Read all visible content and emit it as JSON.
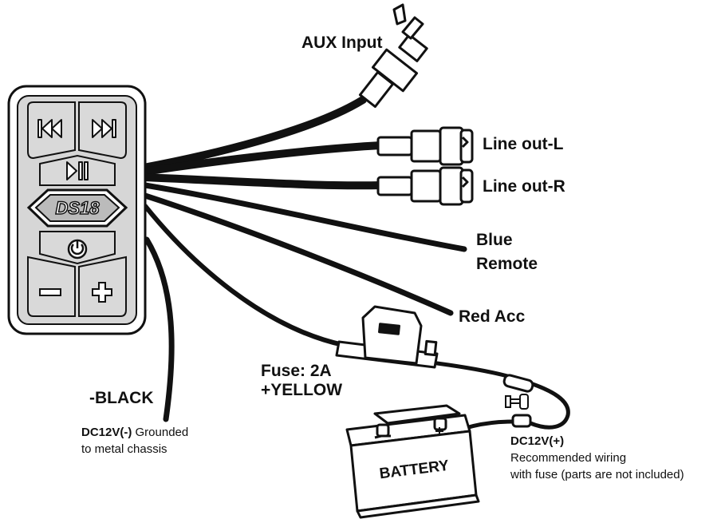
{
  "labels": {
    "aux_input": "AUX Input",
    "line_out_l": "Line out-L",
    "line_out_r": "Line out-R",
    "blue_remote_1": "Blue",
    "blue_remote_2": "Remote",
    "red_acc": "Red Acc",
    "fuse_1": "Fuse: 2A",
    "fuse_2": "+YELLOW",
    "black": "-BLACK",
    "ground_bold": "DC12V(-)",
    "ground_rest": " Grounded",
    "ground_line2": "to metal chassis",
    "battery": "BATTERY",
    "positive_bold": "DC12V(+)",
    "positive_line2": "Recommended wiring",
    "positive_line3": "with fuse (parts are not included)"
  },
  "device": {
    "logo_text": "DS18",
    "buttons": [
      "previous-track",
      "next-track",
      "play-pause",
      "power",
      "volume-down",
      "volume-up"
    ]
  },
  "colors": {
    "ink": "#111111",
    "panel_fill": "#d6d6d6",
    "button_fill": "#d9d9d9"
  }
}
